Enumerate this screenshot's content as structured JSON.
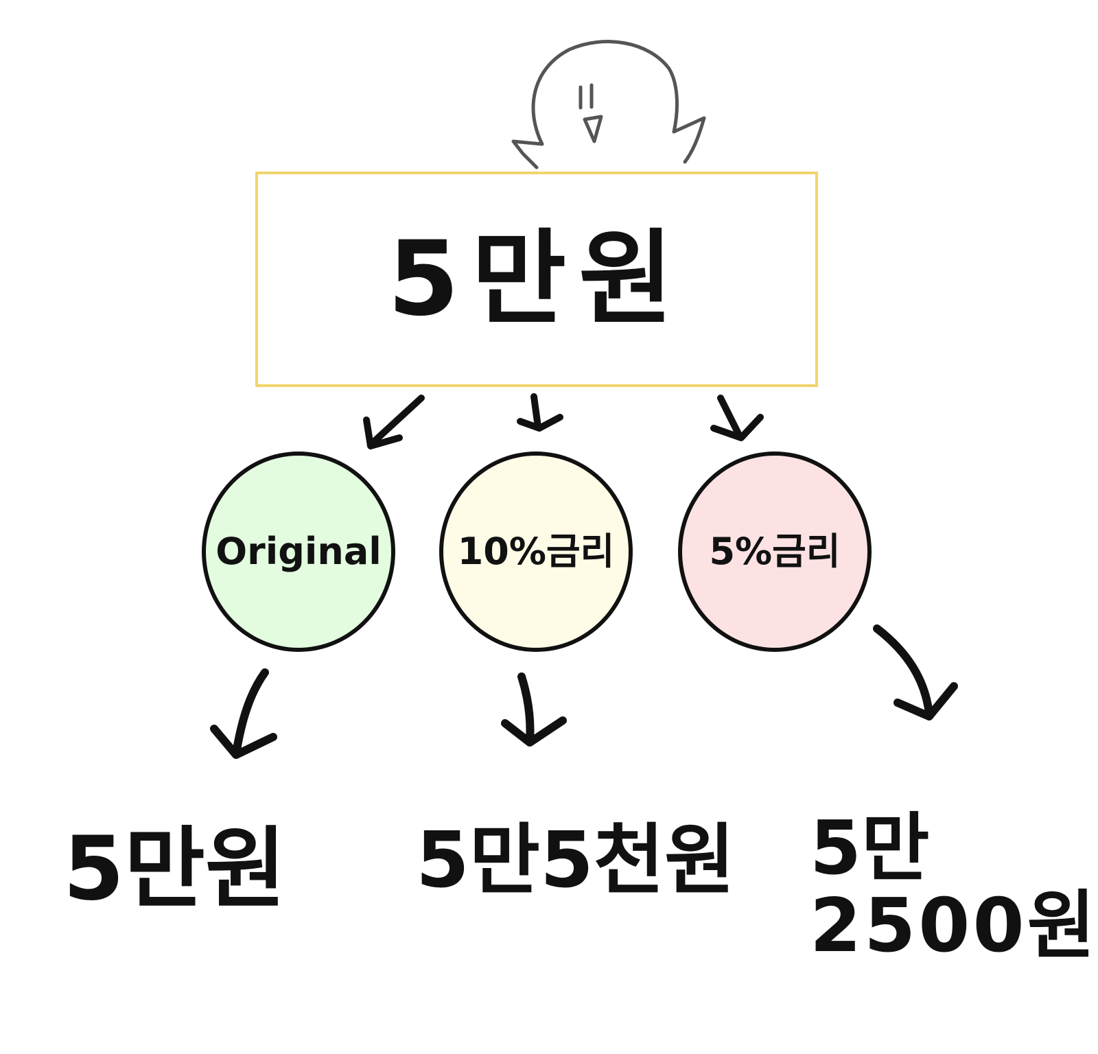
{
  "top_box": {
    "label": "5만원",
    "border_color": "#f2d46b"
  },
  "nodes": [
    {
      "label": "Original",
      "fill": "#e3fce0"
    },
    {
      "label": "10%금리",
      "fill": "#fefbe6"
    },
    {
      "label": "5%금리",
      "fill": "#fde2e4"
    }
  ],
  "results": {
    "original": "5만원",
    "ten_percent": "5만5천원",
    "five_percent_line1": "5만",
    "five_percent_line2": "2500원"
  },
  "colors": {
    "ink": "#111111",
    "sketch": "#555555"
  }
}
